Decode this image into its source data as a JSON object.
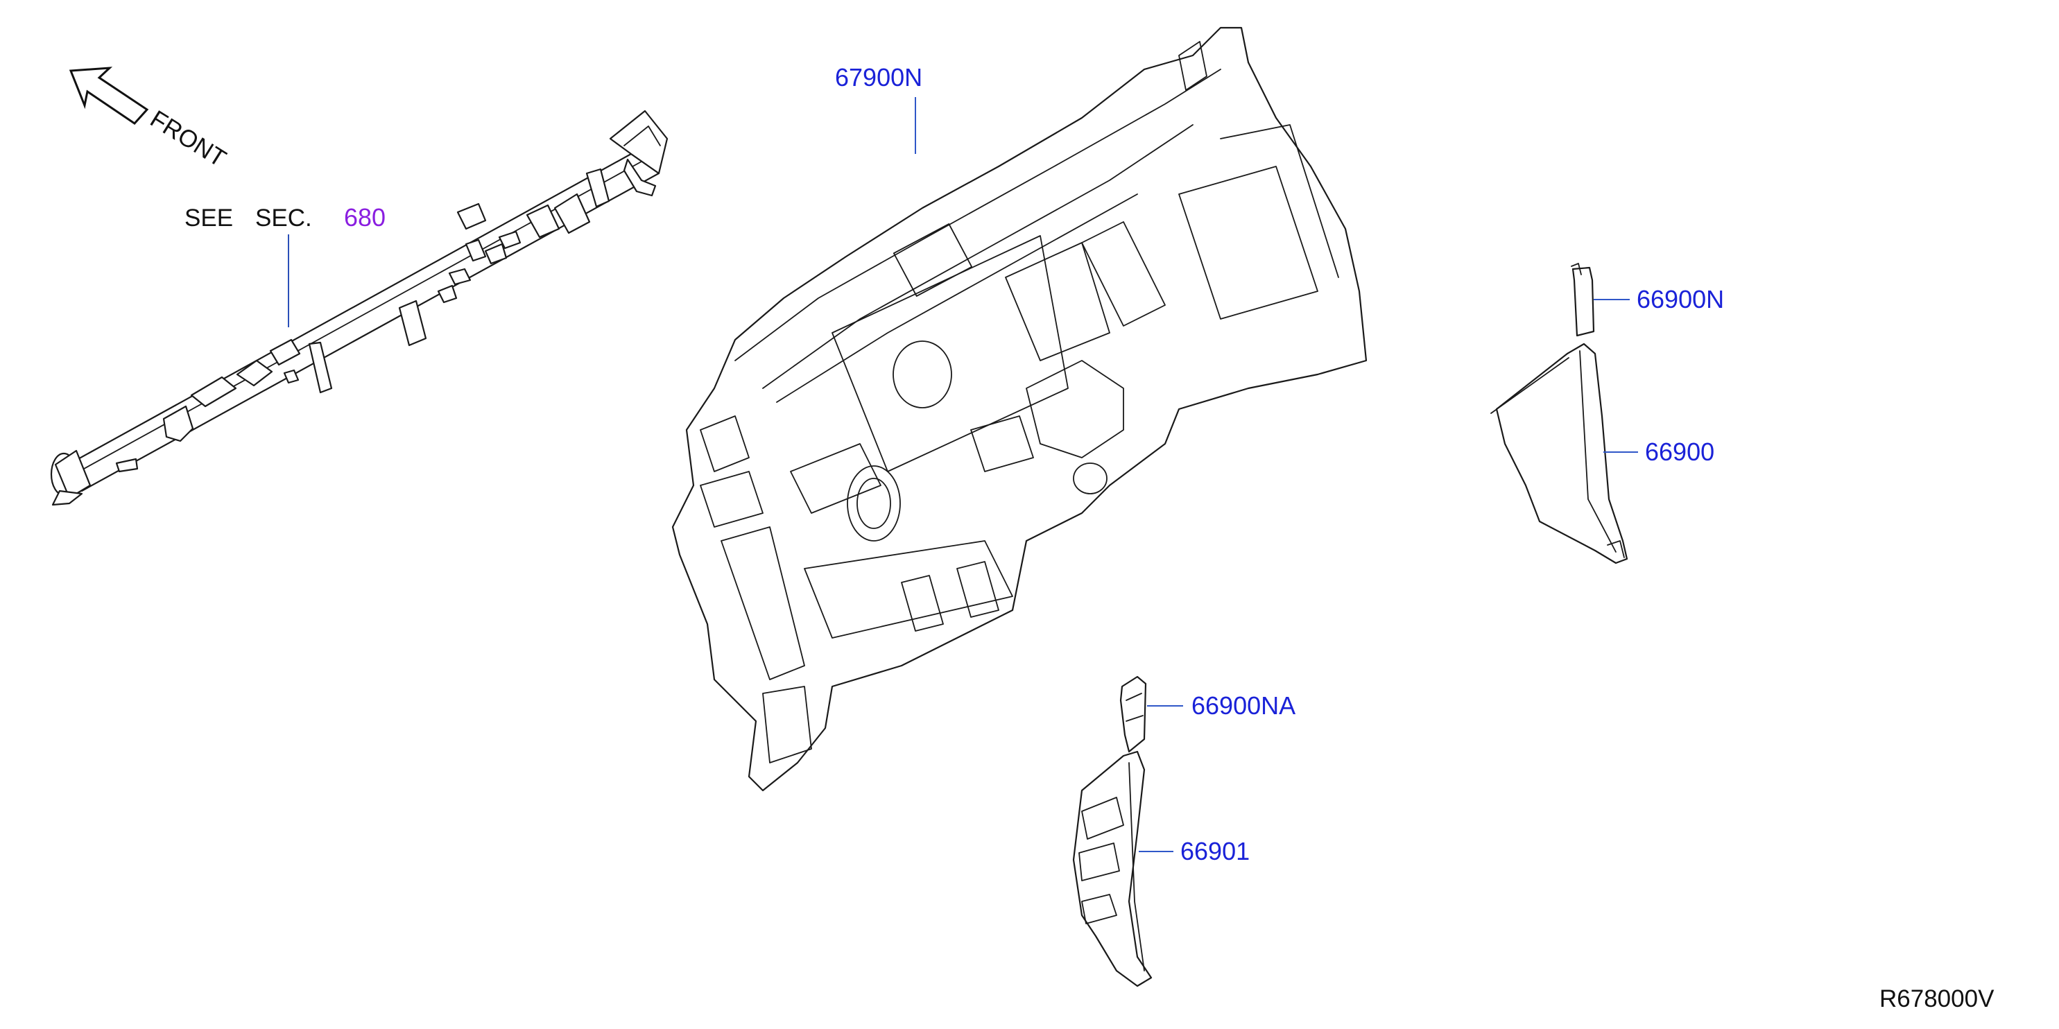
{
  "orientation": {
    "label": "FRONT",
    "icon": "front-arrow-icon"
  },
  "reference": {
    "see_label": "SEE",
    "sec_label": "SEC.",
    "section_number": "680"
  },
  "callouts": {
    "dash_insulator": "67900N",
    "upper_pad_right": "66900N",
    "side_insulator_right": "66900",
    "upper_pad_left": "66900NA",
    "side_insulator_left": "66901"
  },
  "diagram_code": "R678000V",
  "colors": {
    "part_number_text": "#1a22d8",
    "section_ref_text": "#8a1ee0",
    "leader_line": "#2f57c8",
    "outline": "#1a1a1a"
  }
}
